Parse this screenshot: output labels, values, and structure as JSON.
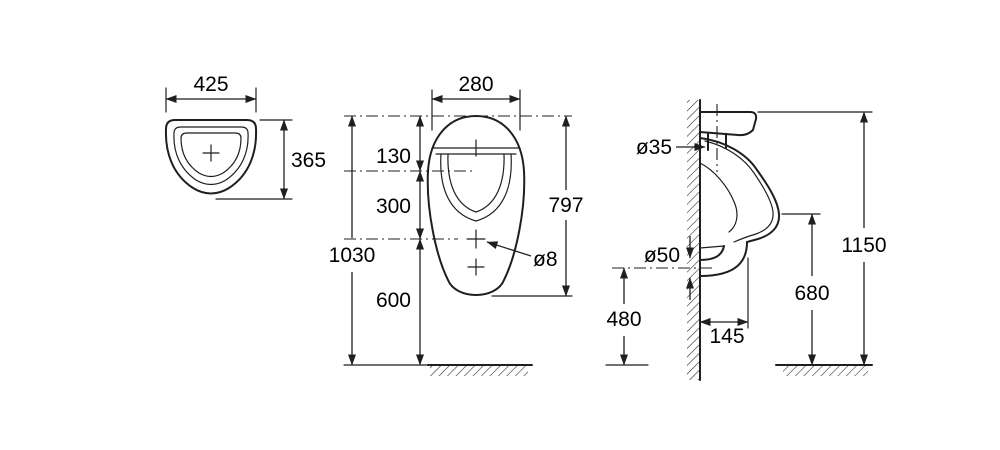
{
  "drawing": {
    "subject": "urinal installation dimensions (mm)"
  },
  "views": {
    "top": {
      "dims": {
        "width": "425",
        "depth": "365"
      }
    },
    "front": {
      "dims": {
        "width": "280",
        "rim_offset": "130",
        "bowl_span": "300",
        "outlet_height": "600",
        "overall_height": "1030",
        "body_height": "797",
        "fixing_hole_diameter": "ø8"
      }
    },
    "side": {
      "dims": {
        "inlet_diameter": "ø35",
        "outlet_diameter": "ø50",
        "outlet_height": "480",
        "outlet_projection": "145",
        "fixing_height": "680",
        "installation_height": "1150"
      }
    }
  }
}
